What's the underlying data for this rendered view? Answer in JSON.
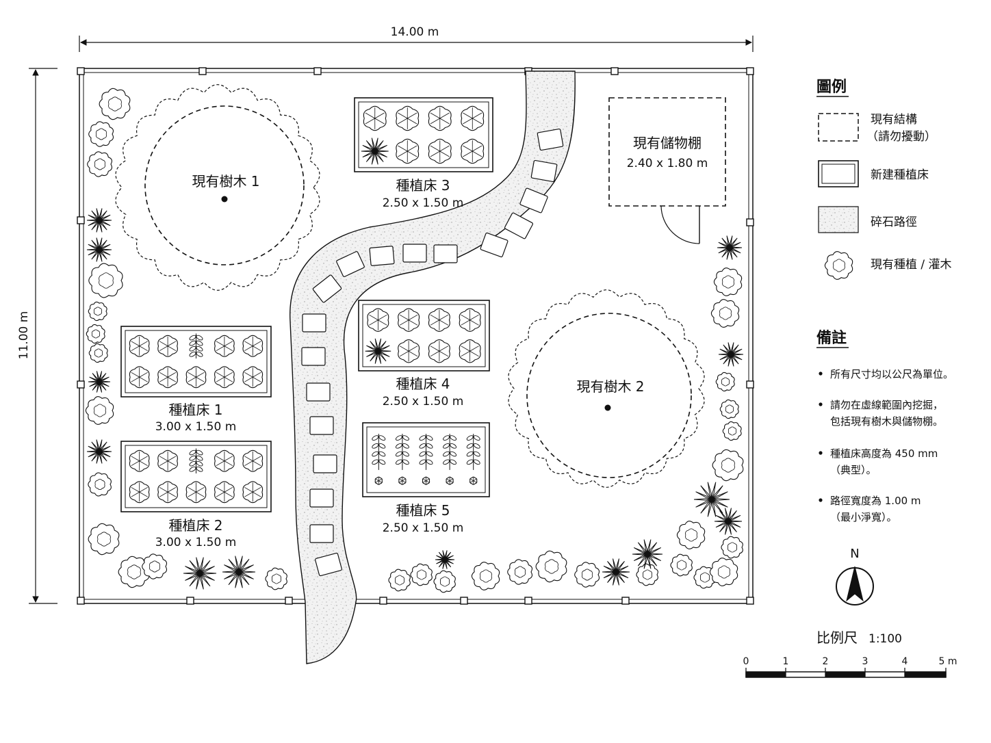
{
  "dimensions": {
    "width": "14.00 m",
    "height": "11.00 m"
  },
  "trees": [
    {
      "label": "現有樹木 1"
    },
    {
      "label": "現有樹木 2"
    }
  ],
  "shed": {
    "label": "現有儲物棚",
    "size": "2.40 x 1.80 m"
  },
  "beds": [
    {
      "label": "種植床 1",
      "size": "3.00 x 1.50 m"
    },
    {
      "label": "種植床 2",
      "size": "3.00 x 1.50 m"
    },
    {
      "label": "種植床 3",
      "size": "2.50 x 1.50 m"
    },
    {
      "label": "種植床 4",
      "size": "2.50 x 1.50 m"
    },
    {
      "label": "種植床 5",
      "size": "2.50 x 1.50 m"
    }
  ],
  "legend": {
    "title": "圖例",
    "existing_structure": "現有結構",
    "existing_structure_note": "（請勿擾動）",
    "new_bed": "新建種植床",
    "gravel_path": "碎石路徑",
    "existing_planting": "現有種植 / 灌木"
  },
  "notes": {
    "title": "備註",
    "items": [
      {
        "line1": "所有尺寸均以公尺為單位。",
        "line2": ""
      },
      {
        "line1": "請勿在虛線範圍內挖掘，",
        "line2": "包括現有樹木與儲物棚。"
      },
      {
        "line1": "種植床高度為 450 mm",
        "line2": "（典型）。"
      },
      {
        "line1": "路徑寬度為 1.00 m",
        "line2": "（最小淨寬）。"
      }
    ]
  },
  "north": "N",
  "scale": {
    "label": "比例尺",
    "ratio": "1:100",
    "ticks": [
      "0",
      "1",
      "2",
      "3",
      "4",
      "5 m"
    ]
  }
}
